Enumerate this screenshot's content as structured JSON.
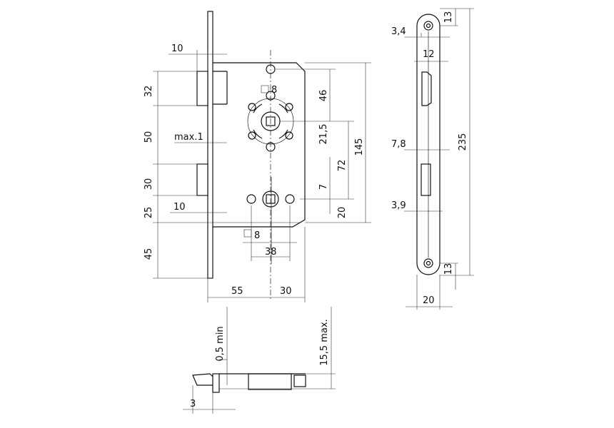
{
  "front_view": {
    "dims": {
      "latch_offset": "10",
      "latch_height": "32",
      "latch_to_bolt": "50",
      "bolt_height": "30",
      "bolt_to_bottom": "25",
      "bottom_section": "45",
      "max_gap": "max.1",
      "bolt_offset": "10",
      "spindle_square": "8",
      "spindle_to_top": "46",
      "rose_dia": "21,5",
      "spindle_to_key": "72",
      "case_height": "145",
      "key_offset": "7",
      "key_to_bottom": "20",
      "key_square": "8",
      "key_spacing": "38",
      "backset": "55",
      "case_rear": "30"
    }
  },
  "side_view": {
    "dims": {
      "hole_offset": "3,4",
      "plate_width_top": "12",
      "top_radius": "13",
      "total_length": "235",
      "cutout_width": "7,8",
      "bolt_cut": "3,9",
      "bottom_radius": "13",
      "plate_width": "20"
    }
  },
  "bottom_view": {
    "dims": {
      "min_clearance": "0,5 min",
      "max_depth": "15,5 max.",
      "plate_thickness": "3"
    }
  }
}
